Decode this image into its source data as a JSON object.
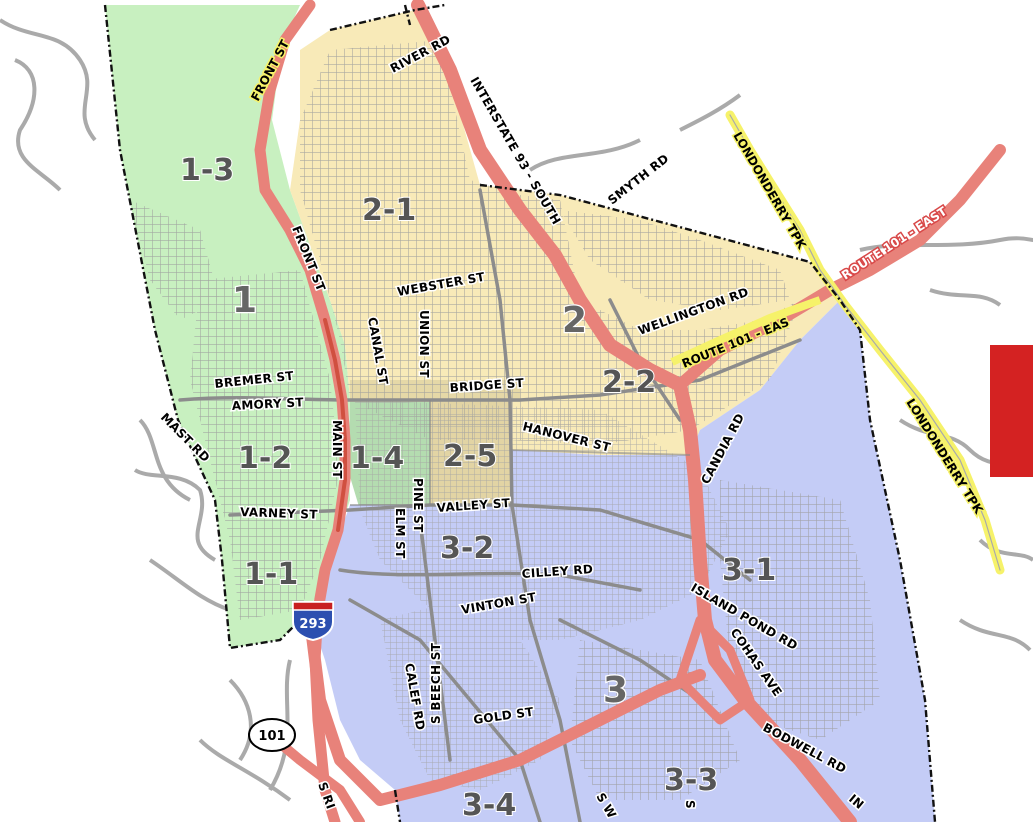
{
  "colors": {
    "ward1": "#c8f0c0",
    "ward2": "#f8eab8",
    "ward3": "#c4ccf6",
    "highway": "#e8827a",
    "turnpike": "#f6f26a",
    "street": "#9a9a9a",
    "boundary": "#111111",
    "legend_swatch": "#d42222"
  },
  "zones": {
    "z1": "1",
    "z1_1": "1-1",
    "z1_2": "1-2",
    "z1_3": "1-3",
    "z1_4": "1-4",
    "z2": "2",
    "z2_1": "2-1",
    "z2_2": "2-2",
    "z2_5": "2-5",
    "z3": "3",
    "z3_1": "3-1",
    "z3_2": "3-2",
    "z3_3": "3-3",
    "z3_4": "3-4"
  },
  "streets": {
    "front_st_top": "FRONT ST",
    "front_st": "FRONT ST",
    "river_rd": "RIVER RD",
    "i93": "INTERSTATE 93 - SOUTH",
    "smyth_rd": "SMYTH RD",
    "londonderry_top": "LONDONDERRY TPK",
    "route101_east": "ROUTE 101 - EAST",
    "webster_st": "WEBSTER ST",
    "wellington_rd": "WELLINGTON RD",
    "route101_eas": "ROUTE 101 - EAS",
    "union_st": "UNION ST",
    "canal_st": "CANAL ST",
    "bremer_st": "BREMER ST",
    "amory_st": "AMORY ST",
    "bridge_st": "BRIDGE ST",
    "hanover_st": "HANOVER ST",
    "candia_rd": "CANDIA RD",
    "londonderry_right": "LONDONDERRY TPK",
    "mast_rd": "MAST RD",
    "main_st": "MAIN ST",
    "valley_st": "VALLEY ST",
    "varney_st": "VARNEY ST",
    "elm_st": "ELM ST",
    "pine_st": "PINE ST",
    "cilley_rd": "CILLEY RD",
    "vinton_st": "VINTON ST",
    "island_pond_rd": "ISLAND POND RD",
    "cohas_ave": "COHAS AVE",
    "s_beech_st": "S BEECH ST",
    "calef_rd": "CALEF RD",
    "gold_st": "GOLD ST",
    "bodwell_rd": "BODWELL RD",
    "s_ri": "S RI",
    "s_w": "S W",
    "s_": "S",
    "in": "IN"
  },
  "shields": {
    "i293": "293",
    "us101": "101"
  }
}
